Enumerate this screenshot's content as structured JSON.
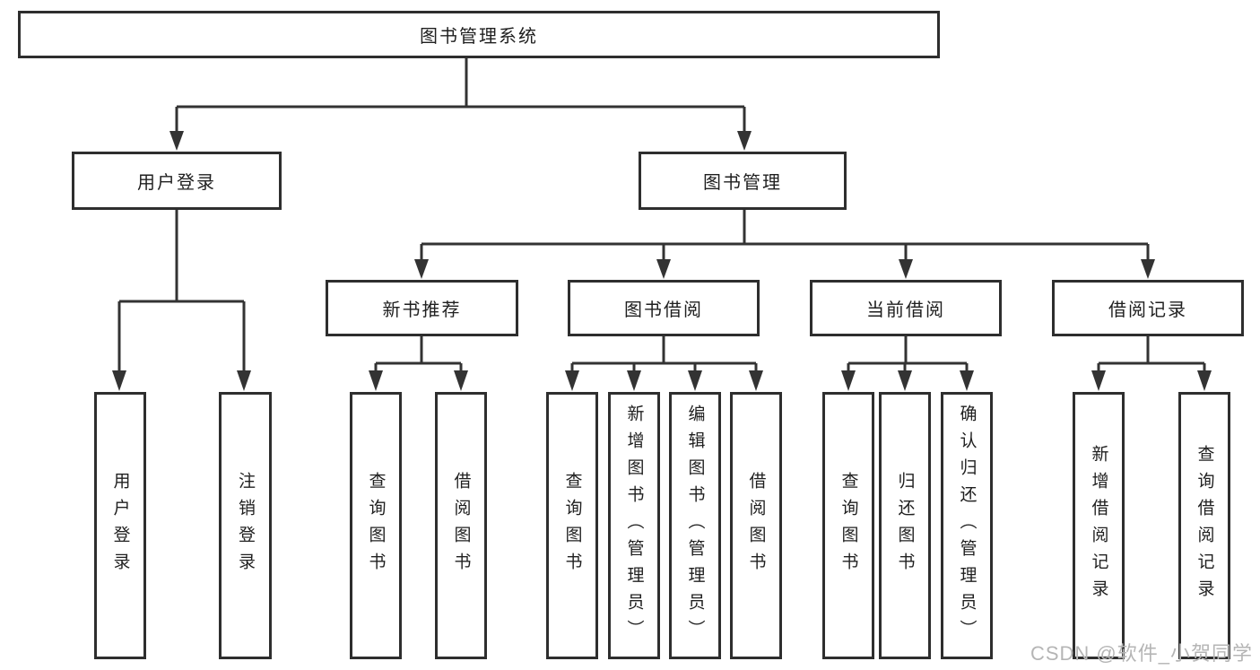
{
  "diagram": {
    "root": {
      "label": "图书管理系统"
    },
    "branches": [
      {
        "label": "用户登录",
        "children": [
          {
            "label": "用户登录"
          },
          {
            "label": "注销登录"
          }
        ]
      },
      {
        "label": "图书管理",
        "children": [
          {
            "label": "新书推荐",
            "children": [
              {
                "label": "查询图书"
              },
              {
                "label": "借阅图书"
              }
            ]
          },
          {
            "label": "图书借阅",
            "children": [
              {
                "label": "查询图书"
              },
              {
                "label": "新增图书（管理员）"
              },
              {
                "label": "编辑图书（管理员）"
              },
              {
                "label": "借阅图书"
              }
            ]
          },
          {
            "label": "当前借阅",
            "children": [
              {
                "label": "查询图书"
              },
              {
                "label": "归还图书"
              },
              {
                "label": "确认归还（管理员）"
              }
            ]
          },
          {
            "label": "借阅记录",
            "children": [
              {
                "label": "新增借阅记录"
              },
              {
                "label": "查询借阅记录"
              }
            ]
          }
        ]
      }
    ]
  },
  "watermark": {
    "text": "CSDN @软件_小贺同学"
  },
  "colors": {
    "line": "#333333",
    "box_border": "#2e2e2e",
    "box_fill": "#ffffff",
    "text": "#1f1f1f",
    "watermark": "#b5b5b5",
    "background": "#ffffff"
  }
}
